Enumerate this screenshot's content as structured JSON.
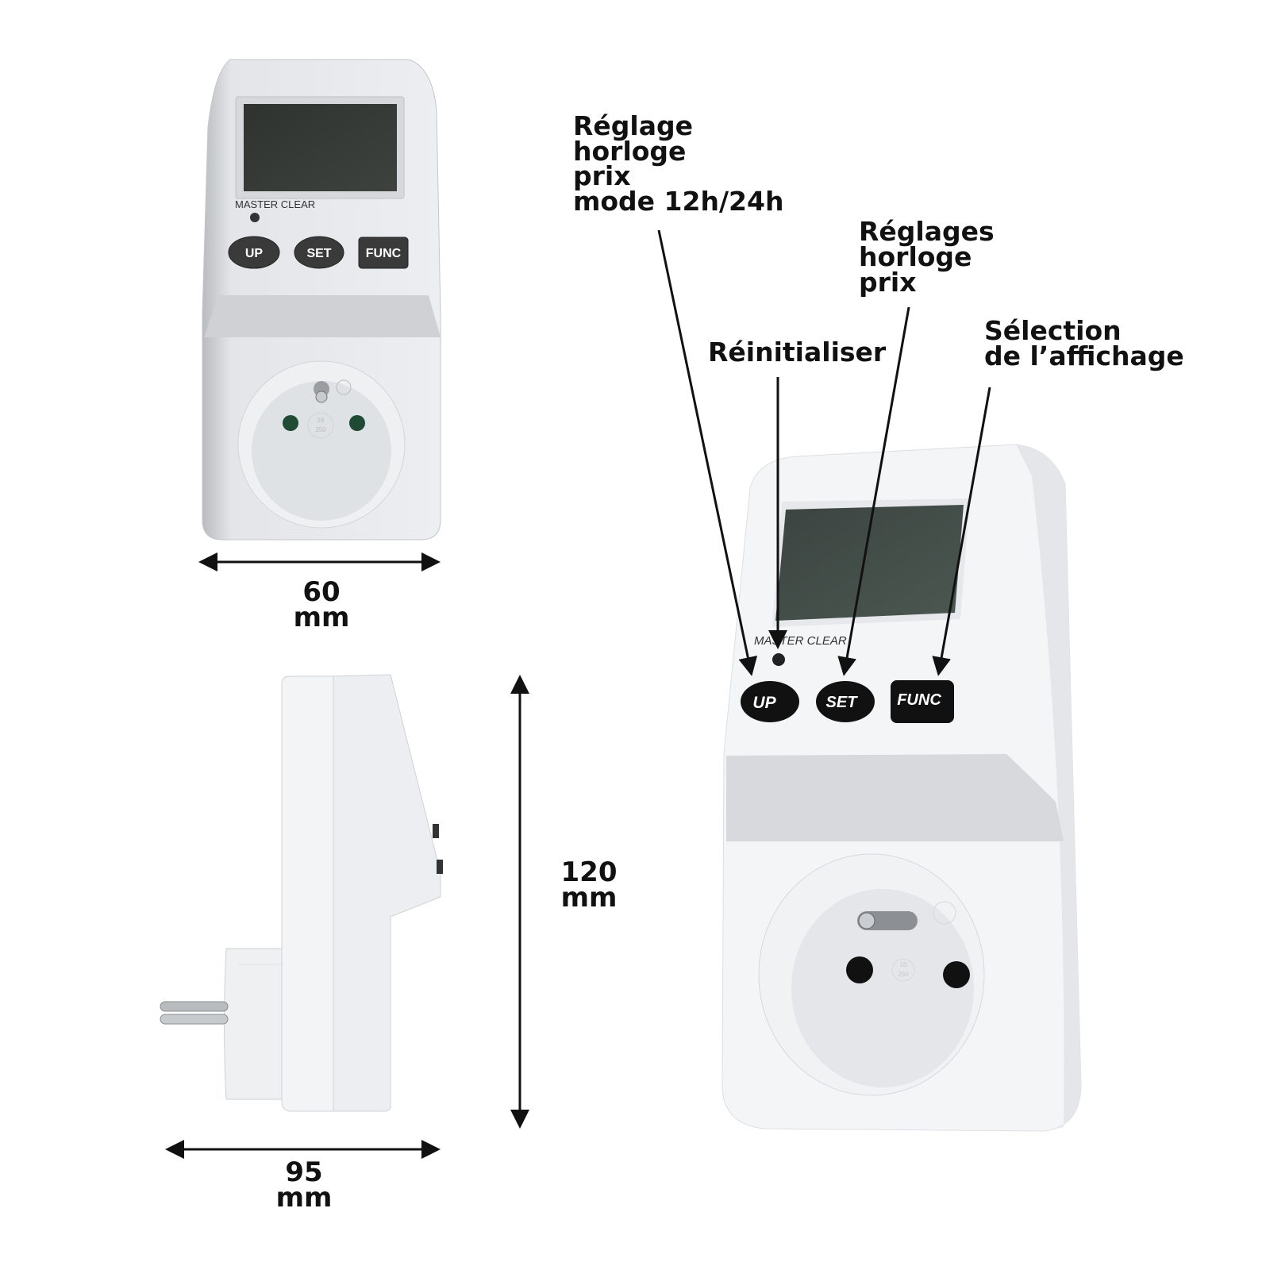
{
  "front_view": {
    "master_clear": "MASTER CLEAR",
    "buttons": [
      "UP",
      "SET",
      "FUNC"
    ],
    "socket_rating": [
      "16",
      "250"
    ]
  },
  "side_view": {},
  "dimensions": {
    "width": {
      "value": "60",
      "unit": "mm"
    },
    "depth": {
      "value": "95",
      "unit": "mm"
    },
    "height": {
      "value": "120",
      "unit": "mm"
    }
  },
  "perspective_view": {
    "master_clear": "MASTER CLEAR",
    "buttons": [
      "UP",
      "SET",
      "FUNC"
    ],
    "socket_rating": [
      "16",
      "250"
    ]
  },
  "callouts": {
    "up": [
      "Réglage",
      "horloge",
      "prix",
      "mode 12h/24h"
    ],
    "reset": [
      "Réinitialiser"
    ],
    "set": [
      "Réglages",
      "horloge",
      "prix"
    ],
    "func": [
      "Sélection",
      "de l’affichage"
    ]
  }
}
